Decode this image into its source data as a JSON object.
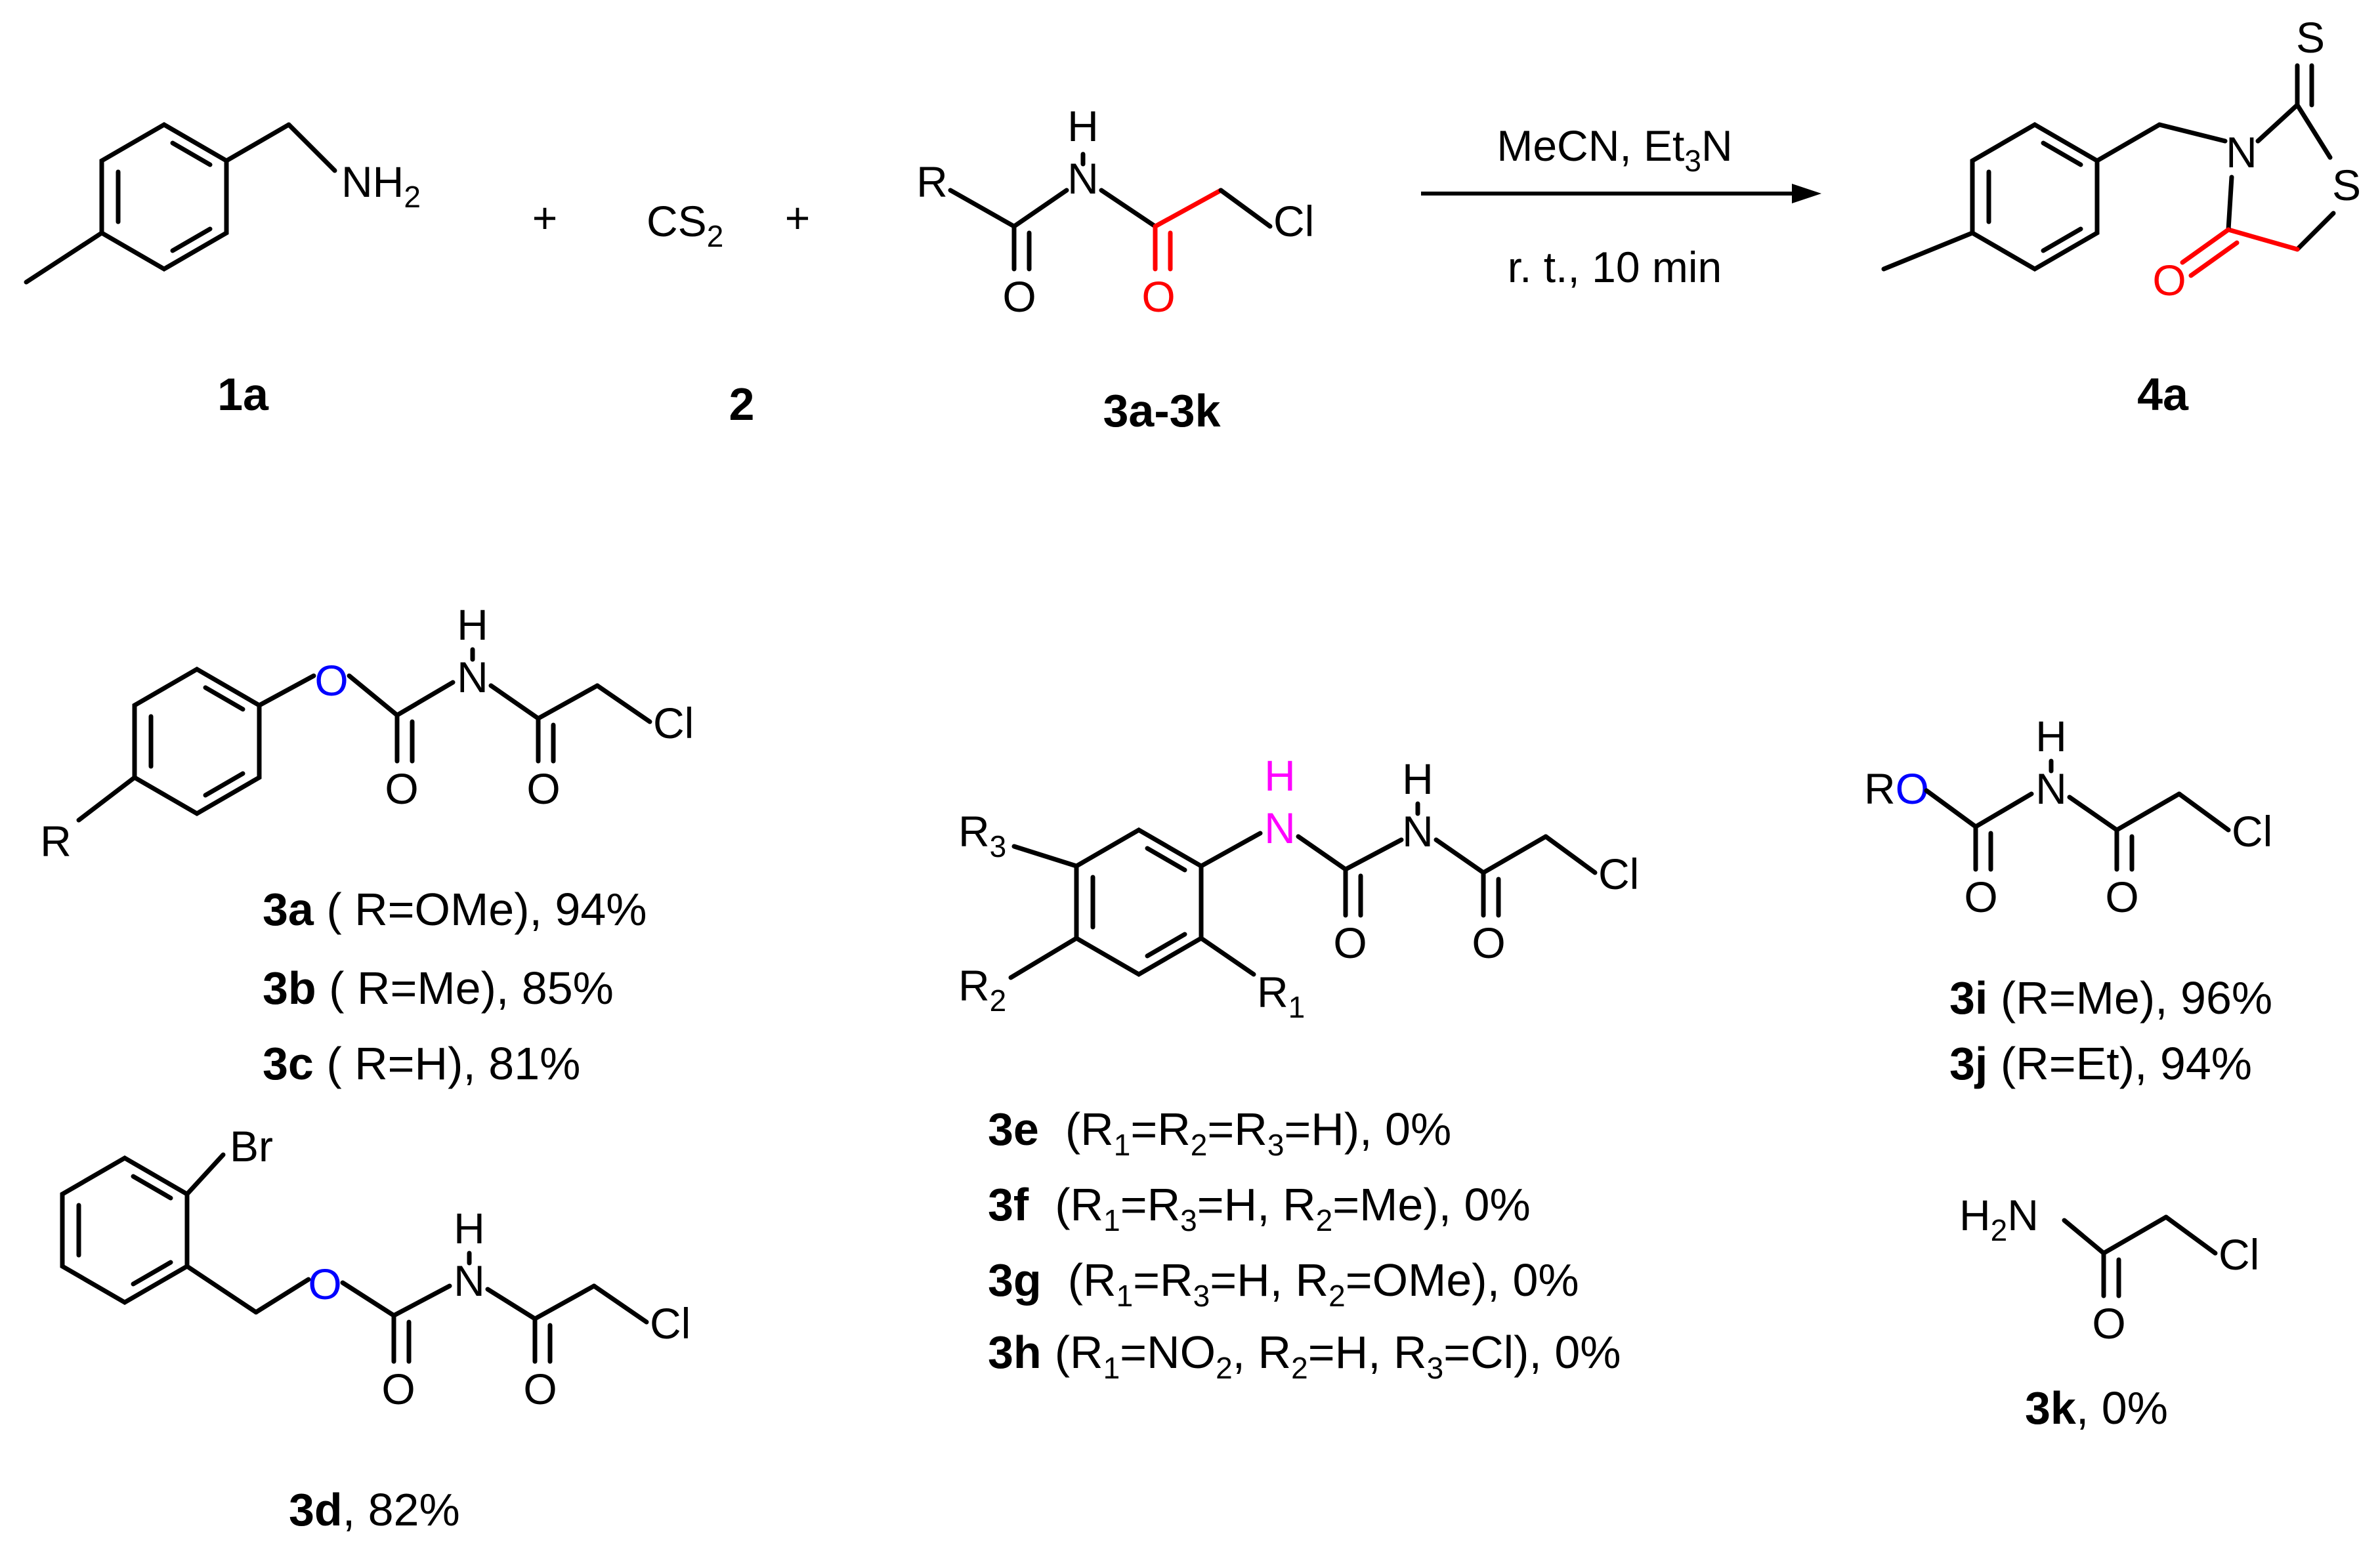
{
  "reaction": {
    "plus_sign": "+",
    "conditions_top": {
      "a": "MeCN, Et",
      "b": "3",
      "c": "N"
    },
    "conditions_bottom": "r. t., 10 min"
  },
  "atoms": {
    "NH": "NH",
    "N": "N",
    "H": "H",
    "O": "O",
    "S": "S",
    "Cl": "Cl",
    "Br": "Br",
    "R": "R",
    "CS": "CS",
    "two": "2",
    "one": "1",
    "three": "3",
    "H2N": {
      "h": "H",
      "two": "2",
      "n": "N"
    }
  },
  "compounds": {
    "c1a": {
      "id": "1a"
    },
    "c2": {
      "id": "2"
    },
    "c3": {
      "id": "3a-3k"
    },
    "c4a": {
      "id": "4a"
    },
    "c3a": {
      "id": "3a",
      "desc": " ( R=OMe), 94%"
    },
    "c3b": {
      "id": "3b",
      "desc": " ( R=Me), 85%"
    },
    "c3c": {
      "id": "3c",
      "desc": " ( R=H), 81%"
    },
    "c3d": {
      "id": "3d",
      "desc": ", 82%"
    },
    "c3e": {
      "id": "3e",
      "parts": [
        "(R",
        "1",
        "=R",
        "2",
        "=R",
        "3",
        "=H), 0%"
      ]
    },
    "c3f": {
      "id": "3f",
      "parts": [
        "(R",
        "1",
        "=R",
        "3",
        "=H, R",
        "2",
        "=Me), 0%"
      ]
    },
    "c3g": {
      "id": "3g",
      "parts": [
        "(R",
        "1",
        "=R",
        "3",
        "=H, R",
        "2",
        "=OMe), 0%"
      ]
    },
    "c3h": {
      "id": "3h",
      "parts": [
        "(R",
        "1",
        "=NO",
        "2",
        ", R",
        "2",
        "=H, R",
        "3",
        "=Cl), 0%"
      ]
    },
    "c3i": {
      "id": "3i",
      "desc": " (R=Me), 96%"
    },
    "c3j": {
      "id": "3j",
      "desc": " (R=Et), 94%"
    },
    "c3k": {
      "id": "3k",
      "desc": ", 0%"
    }
  },
  "colors": {
    "carbonyl_highlight": "#ff0000",
    "ester_oxygen": "#0000ff",
    "aryl_nh": "#ff00ff",
    "default": "#000000"
  }
}
